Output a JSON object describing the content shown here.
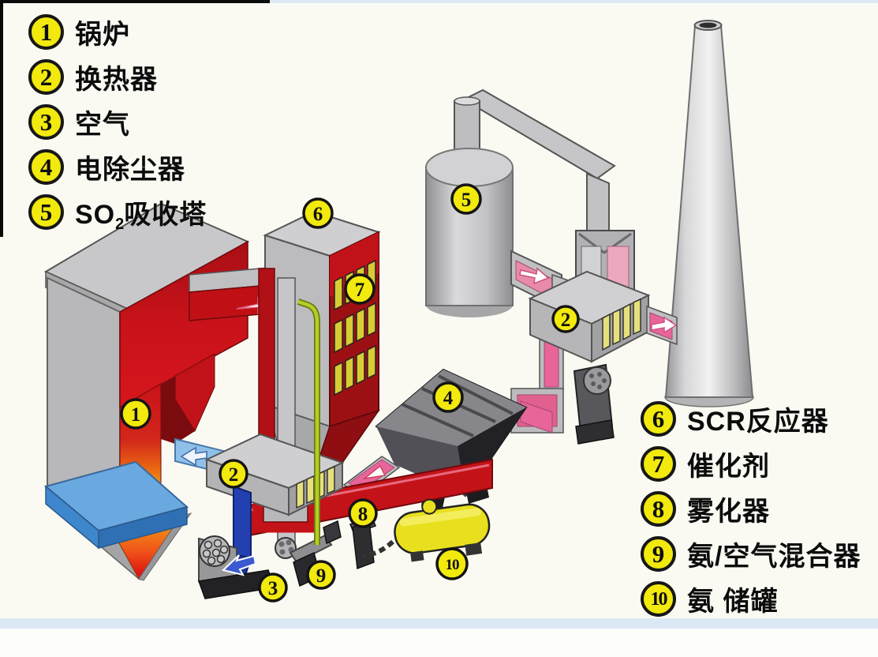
{
  "legend_left": {
    "items": [
      {
        "num": "1",
        "label": "锅炉"
      },
      {
        "num": "2",
        "label": "换热器"
      },
      {
        "num": "3",
        "label": "空气"
      },
      {
        "num": "4",
        "label": "电除尘器"
      },
      {
        "num": "5",
        "label_prefix": "SO",
        "label_sub": "2",
        "label_suffix": "吸收塔"
      }
    ]
  },
  "legend_right": {
    "items": [
      {
        "num": "6",
        "label": "SCR反应器"
      },
      {
        "num": "7",
        "label": "催化剂"
      },
      {
        "num": "8",
        "label": "雾化器"
      },
      {
        "num": "9",
        "label": "氨/空气混合器"
      },
      {
        "num": "10",
        "label": "氨 储罐"
      }
    ]
  },
  "markers": {
    "m1": "1",
    "m2a": "2",
    "m2b": "2",
    "m3": "3",
    "m4": "4",
    "m5": "5",
    "m6": "6",
    "m7": "7",
    "m8": "8",
    "m9": "9",
    "m10": "10"
  },
  "colors": {
    "legend_circle_fill": "#f2e90d",
    "legend_circle_border": "#171717",
    "legend_text": "#0c0c0c",
    "boiler_red": "#c9121a",
    "flame_orange": "#f07a12",
    "flame_yellow": "#eeda1e",
    "duct_red": "#c41318",
    "duct_pink": "#e8659a",
    "air_duct_blue": "#8fc0ea",
    "pipe_dark_blue": "#2240b0",
    "ammonia_pipe_green": "#b6cc28",
    "tank_yellow": "#e8e01e",
    "catalyst_yellow": "#d8cc34",
    "metal_gray": "#c6c6c8",
    "esp_dark": "#2e2e32",
    "platform_blue": "#4f9ad8",
    "band_blue": "#dce9f5",
    "background": "#fafaf3"
  }
}
